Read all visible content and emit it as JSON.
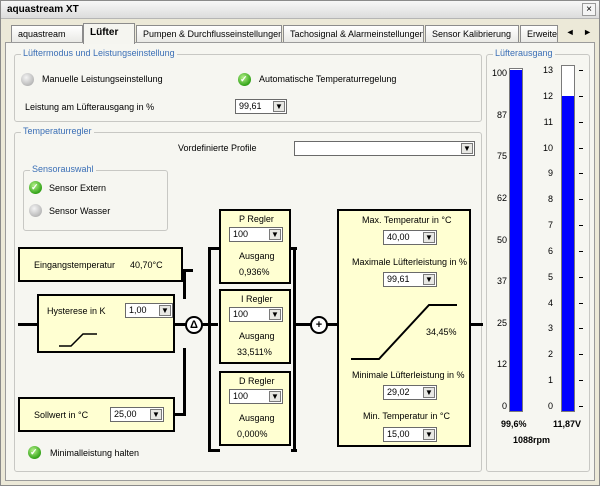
{
  "window": {
    "title": "aquastream XT",
    "close": "×"
  },
  "tabs": [
    {
      "label": "aquastream"
    },
    {
      "label": "Lüfter"
    },
    {
      "label": "Pumpen & Durchflusseinstellungen"
    },
    {
      "label": "Tachosignal & Alarmeinstellungen"
    },
    {
      "label": "Sensor Kalibrierung"
    },
    {
      "label": "Erweite"
    }
  ],
  "tab_arrows": "◄ ►",
  "fan_mode": {
    "title": "Lüftermodus und Leistungseinstellung",
    "manual_label": "Manuelle Leistungseinstellung",
    "manual_selected": false,
    "auto_label": "Automatische Temperaturregelung",
    "auto_selected": true,
    "power_label": "Leistung am Lüfterausgang in %",
    "power_value": "99,61"
  },
  "controller": {
    "title": "Temperaturregler",
    "profiles_label": "Vordefinierte Profile",
    "profiles_value": "",
    "sensor_group_title": "Sensorauswahl",
    "sensor_extern_label": "Sensor Extern",
    "sensor_extern_selected": true,
    "sensor_water_label": "Sensor Wasser",
    "sensor_water_selected": false,
    "input_temp_label": "Eingangstemperatur",
    "input_temp_value": "40,70°C",
    "hysteresis_label": "Hysterese in K",
    "hysteresis_value": "1,00",
    "setpoint_label": "Sollwert in °C",
    "setpoint_value": "25,00",
    "p_title": "P Regler",
    "p_value": "100",
    "p_out_label": "Ausgang",
    "p_out_value": "0,936%",
    "i_title": "I Regler",
    "i_value": "100",
    "i_out_label": "Ausgang",
    "i_out_value": "33,511%",
    "d_title": "D Regler",
    "d_value": "100",
    "d_out_label": "Ausgang",
    "d_out_value": "0,000%",
    "delta_symbol": "Δ",
    "sum_symbol": "+",
    "max_temp_label": "Max. Temperatur in °C",
    "max_temp_value": "40,00",
    "max_power_label": "Maximale Lüfterleistung in %",
    "max_power_value": "99,61",
    "curve_value": "34,45%",
    "min_power_label": "Minimale Lüfterleistung in %",
    "min_power_value": "29,02",
    "min_temp_label": "Min. Temperatur in °C",
    "min_temp_value": "15,00",
    "hold_min_label": "Minimalleistung halten",
    "hold_min_selected": true
  },
  "fan_output": {
    "title": "Lüfterausgang",
    "percent_ticks": [
      "100",
      "87",
      "75",
      "62",
      "50",
      "37",
      "25",
      "12",
      "0"
    ],
    "volt_ticks": [
      "13",
      "12",
      "11",
      "10",
      "9",
      "8",
      "7",
      "6",
      "5",
      "4",
      "3",
      "2",
      "1",
      "0"
    ],
    "percent_value": "99,6%",
    "percent_level": 99.6,
    "volt_value": "11,87V",
    "volt_level": 11.87,
    "volt_max": 13,
    "rpm_value": "1088rpm",
    "fill_color": "#0000ff"
  }
}
